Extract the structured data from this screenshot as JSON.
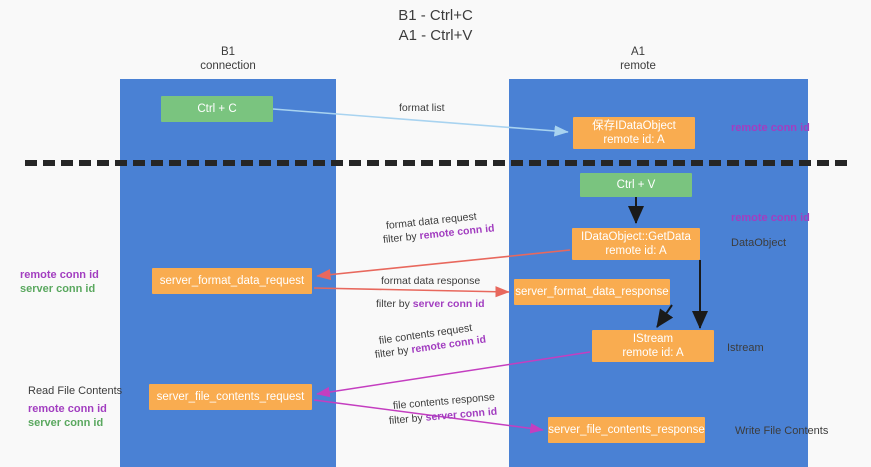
{
  "title": {
    "line1": "B1 - Ctrl+C",
    "line2": "A1 - Ctrl+V"
  },
  "lanes": [
    {
      "id": "b1",
      "name": "B1",
      "subtitle": "connection"
    },
    {
      "id": "a1",
      "name": "A1",
      "subtitle": "remote"
    }
  ],
  "nodes": {
    "ctrl_c": {
      "line1": "Ctrl + C",
      "line2": "",
      "color": "#7ac47f"
    },
    "save_dataobj": {
      "line1": "保存IDataObject",
      "line2": "remote id: A",
      "color": "#f9ac50"
    },
    "ctrl_v": {
      "line1": "Ctrl + V",
      "line2": "",
      "color": "#7ac47f"
    },
    "getdata": {
      "line1": "IDataObject::GetData",
      "line2": "remote id: A",
      "color": "#f9ac50"
    },
    "fmt_request": {
      "line1": "server_format_data_request",
      "line2": "",
      "color": "#f9ac50"
    },
    "fmt_response": {
      "line1": "server_format_data_response",
      "line2": "",
      "color": "#f9ac50"
    },
    "istream": {
      "line1": "IStream",
      "line2": "remote id: A",
      "color": "#f9ac50"
    },
    "file_request": {
      "line1": "server_file_contents_request",
      "line2": "",
      "color": "#f9ac50"
    },
    "file_response": {
      "line1": "server_file_contents_response",
      "line2": "",
      "color": "#f9ac50"
    }
  },
  "edge_labels": {
    "format_list": {
      "text": "format list"
    },
    "format_data_request": {
      "line1": "format data request",
      "filter_prefix": "filter by ",
      "filter_key": "remote conn id"
    },
    "format_data_response": {
      "line1": "format data response",
      "filter_prefix": "filter by ",
      "filter_key": "server conn id"
    },
    "file_contents_request": {
      "line1": "file contents request",
      "filter_prefix": "filter by ",
      "filter_key": "remote conn id"
    },
    "file_contents_response": {
      "line1": "file contents response",
      "filter_prefix": "filter by ",
      "filter_key": "server conn id"
    }
  },
  "annotations": {
    "right_remote_conn_id_top": "remote conn id",
    "right_remote_conn_id_middle": "remote conn id",
    "right_dataobject": "DataObject",
    "right_istream": "Istream",
    "right_write_file_contents": "Write File Contents",
    "left_middle_remote": "remote conn id",
    "left_middle_server": "server conn id",
    "left_read_file_contents": "Read File Contents",
    "left_bottom_remote": "remote conn id",
    "left_bottom_server": "server conn id"
  },
  "colors": {
    "lane": "#4a81d4",
    "green_node": "#7ac47f",
    "orange_node": "#f9ac50",
    "purple_text": "#a23ec0",
    "green_text": "#5aa85f",
    "arrow_light_blue": "#a8d3f0",
    "arrow_red": "#e8685d",
    "arrow_magenta": "#c43ec0",
    "arrow_black": "#1a1a1a",
    "divider": "#262626",
    "background": "#f9f9f9"
  }
}
